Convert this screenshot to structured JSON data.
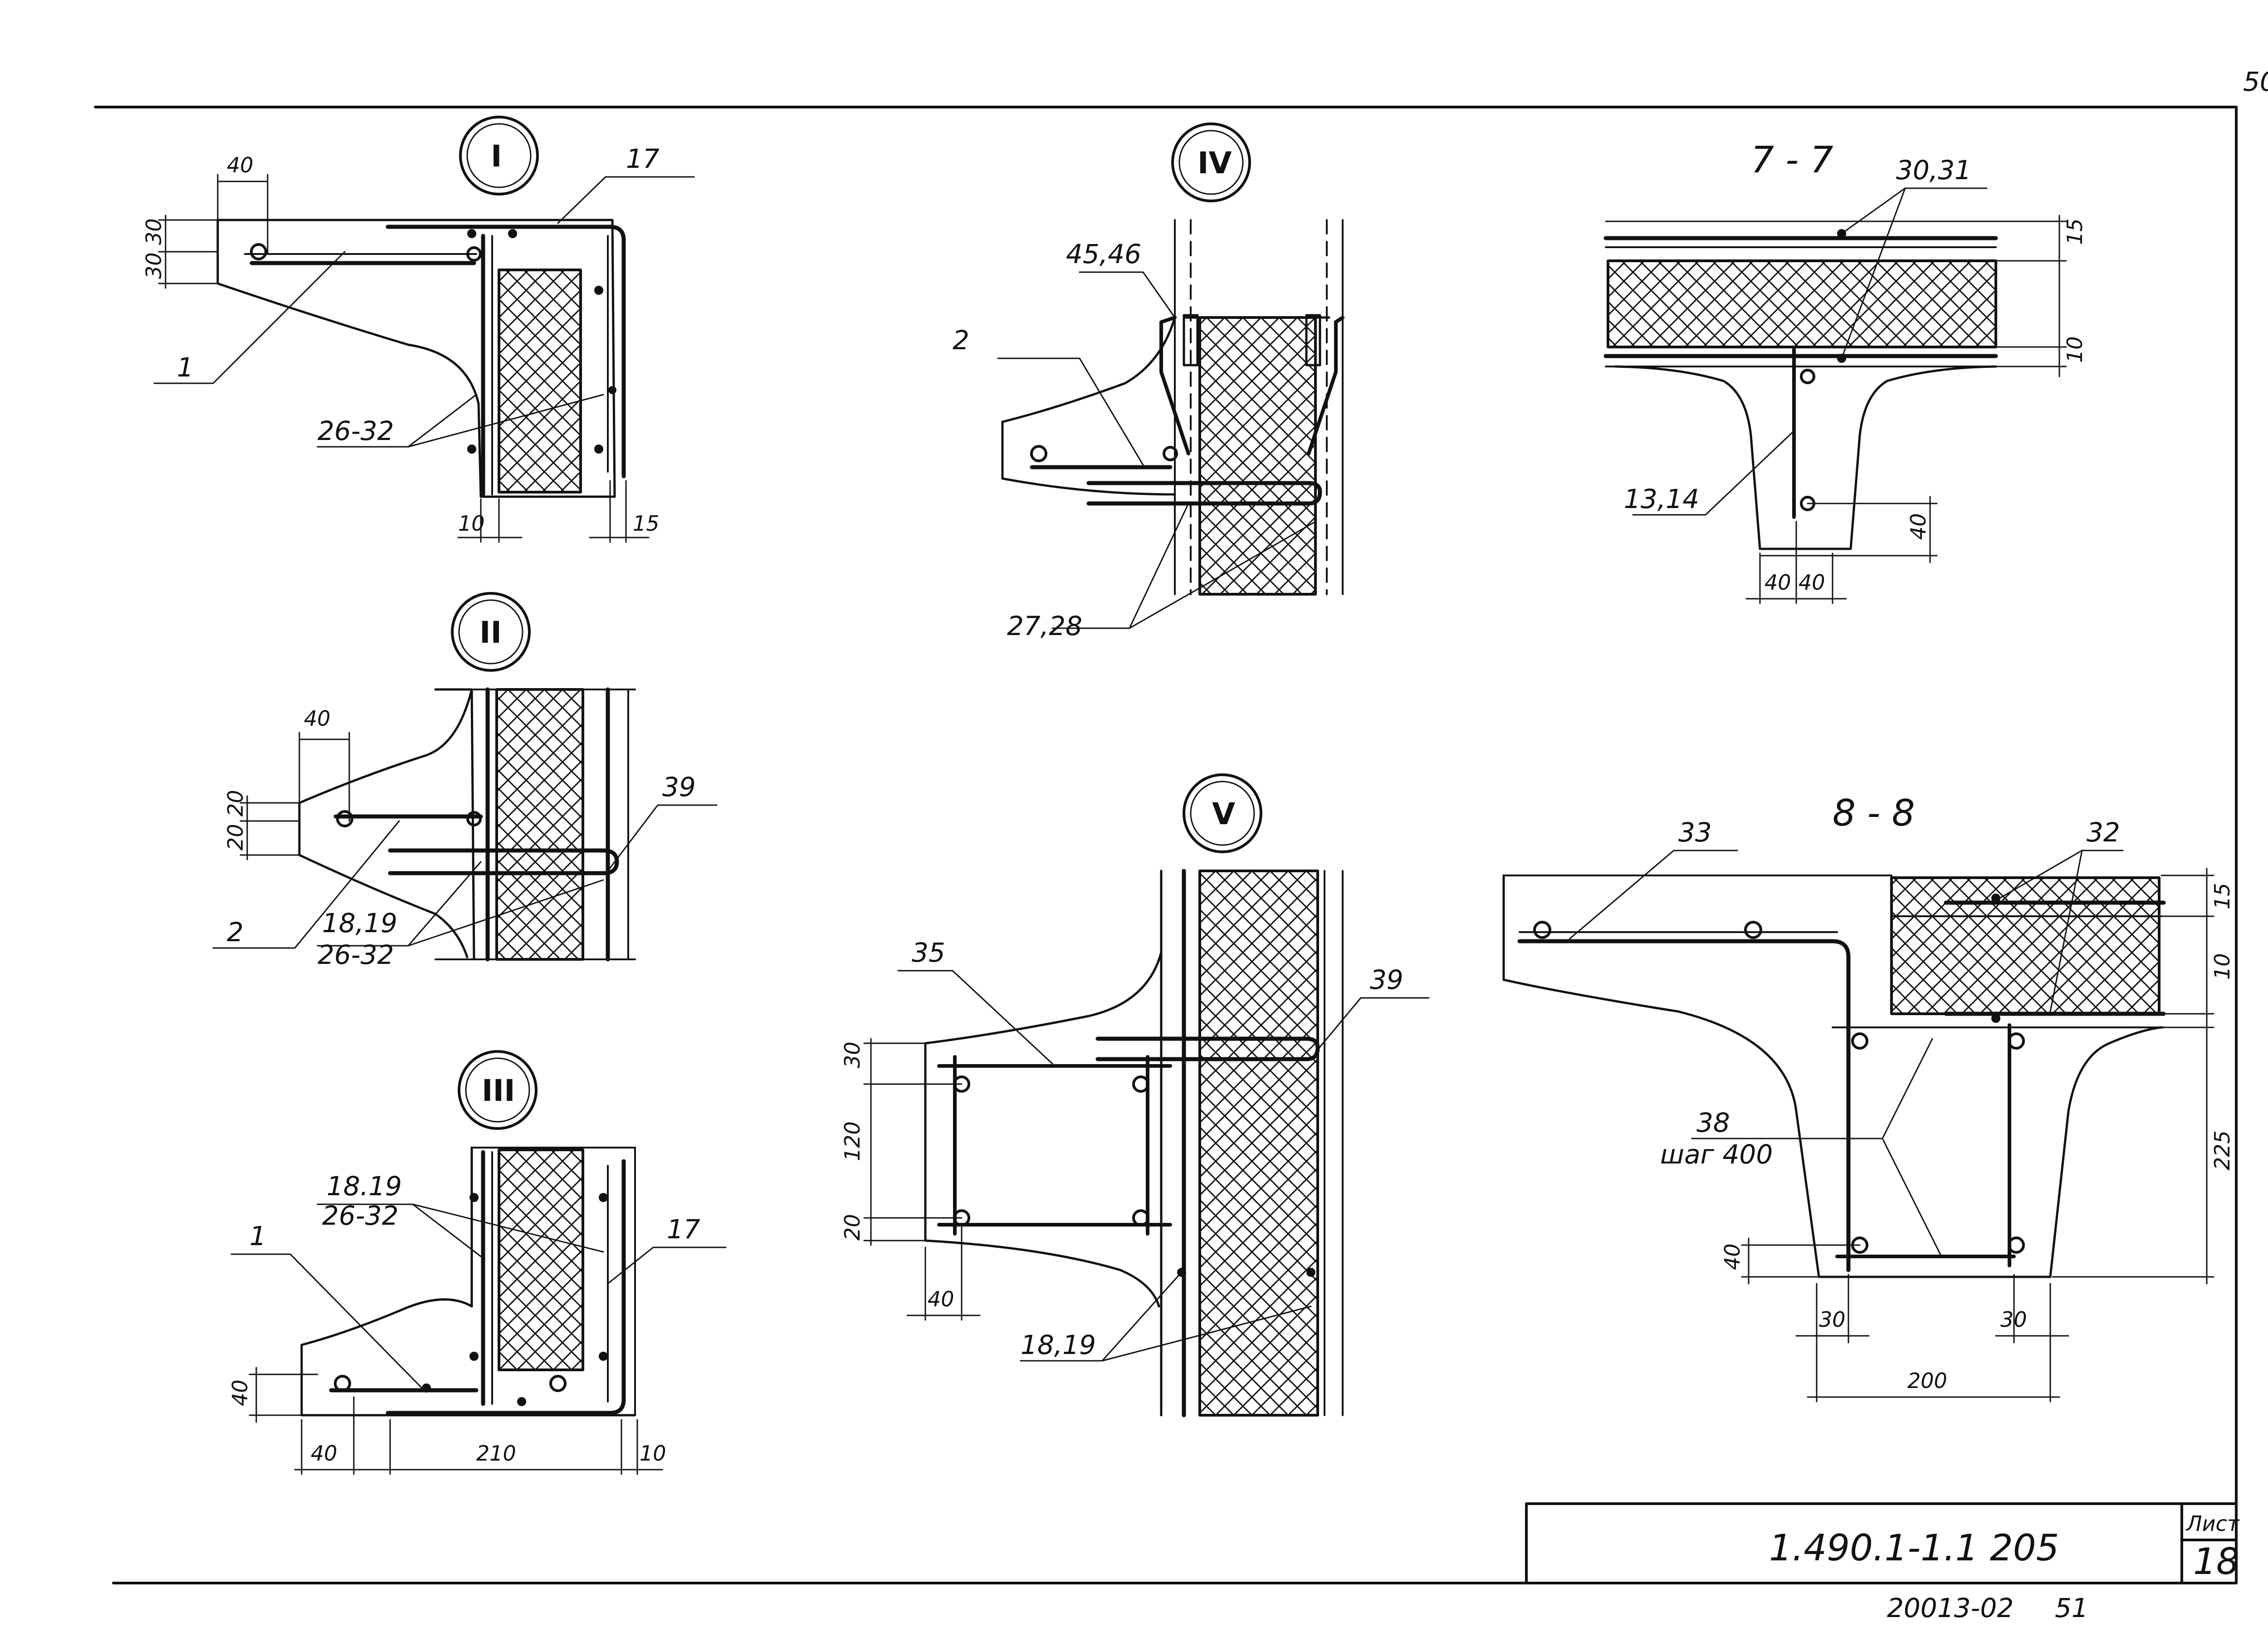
{
  "sheet": {
    "page_number": "50",
    "doc_code": "1.490.1-1.1 205",
    "sheet_label": "Лист",
    "sheet_number": "18",
    "archive_code": "20013-02",
    "archive_number": "51"
  },
  "details": {
    "I": {
      "label": "I",
      "dims": [
        "40",
        "30",
        "30",
        "10",
        "15"
      ],
      "refs": [
        "17",
        "1",
        "26-32"
      ]
    },
    "II": {
      "label": "II",
      "dims": [
        "40",
        "20",
        "20"
      ],
      "refs": [
        "39",
        "2",
        "18,19",
        "26-32"
      ]
    },
    "III": {
      "label": "III",
      "dims": [
        "40",
        "40",
        "210",
        "10"
      ],
      "refs": [
        "18.19",
        "26-32",
        "1",
        "17"
      ]
    },
    "IV": {
      "label": "IV",
      "refs": [
        "45,46",
        "2",
        "27,28"
      ]
    },
    "V": {
      "label": "V",
      "dims": [
        "30",
        "120",
        "20",
        "40"
      ],
      "refs": [
        "35",
        "39",
        "18,19"
      ]
    },
    "S77": {
      "title": "7 - 7",
      "dims": [
        "15",
        "10",
        "40",
        "40",
        "40"
      ],
      "refs": [
        "30,31",
        "13,14"
      ]
    },
    "S88": {
      "title": "8 - 8",
      "dims": [
        "15",
        "10",
        "225",
        "40",
        "30",
        "30",
        "200"
      ],
      "refs": [
        "33",
        "32",
        "38",
        "шаг 400"
      ]
    }
  },
  "colors": {
    "ink": "#111111",
    "paper": "#ffffff"
  }
}
